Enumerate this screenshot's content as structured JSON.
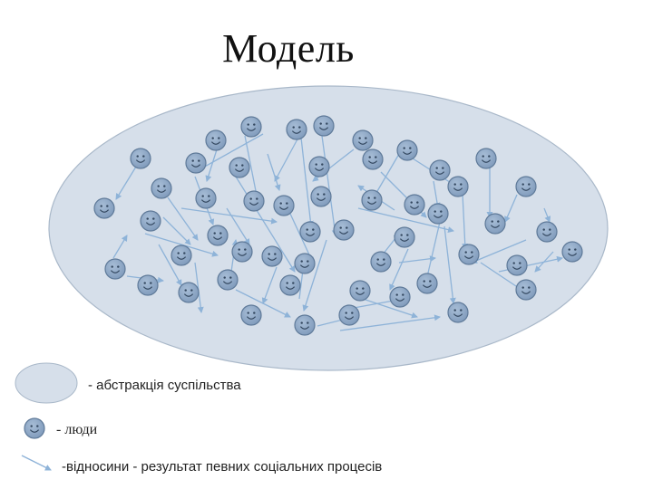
{
  "title": "Модель",
  "legend": {
    "society_label": "- абстракція суспільства",
    "people_label": "- люди",
    "relations_label": "-відносини - результат певних соціальних процесів"
  },
  "colors": {
    "oval_fill": "#d6dfea",
    "oval_stroke": "#a9b8c9",
    "face_fill": "#8da7c4",
    "face_stroke": "#5f7a99",
    "face_feature": "#33475f",
    "arrow": "#8eb3d8"
  }
}
